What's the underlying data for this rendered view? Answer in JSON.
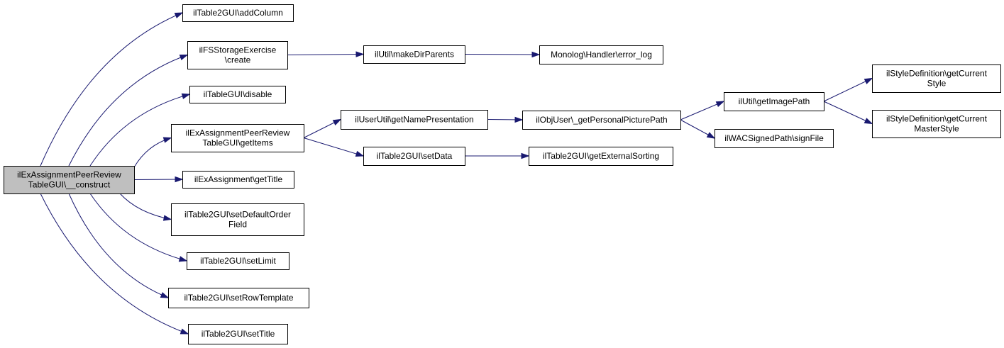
{
  "nodes": {
    "root": [
      "ilExAssignmentPeerReview",
      "TableGUI\\__construct"
    ],
    "addColumn": [
      "ilTable2GUI\\addColumn"
    ],
    "fsCreate": [
      "ilFSStorageExercise",
      "\\create"
    ],
    "disable": [
      "ilTableGUI\\disable"
    ],
    "getItems": [
      "ilExAssignmentPeerReview",
      "TableGUI\\getItems"
    ],
    "getTitle": [
      "ilExAssignment\\getTitle"
    ],
    "setDefaultOrder": [
      "ilTable2GUI\\setDefaultOrder",
      "Field"
    ],
    "setLimit": [
      "ilTable2GUI\\setLimit"
    ],
    "setRowTemplate": [
      "ilTable2GUI\\setRowTemplate"
    ],
    "setTitle": [
      "ilTable2GUI\\setTitle"
    ],
    "makeDirParents": [
      "ilUtil\\makeDirParents"
    ],
    "errorLog": [
      "Monolog\\Handler\\error_log"
    ],
    "getNamePresentation": [
      "ilUserUtil\\getNamePresentation"
    ],
    "setData": [
      "ilTable2GUI\\setData"
    ],
    "personalPicture": [
      "ilObjUser\\_getPersonalPicturePath"
    ],
    "externalSorting": [
      "ilTable2GUI\\getExternalSorting"
    ],
    "getImagePath": [
      "ilUtil\\getImagePath"
    ],
    "signFile": [
      "ilWACSignedPath\\signFile"
    ],
    "currentStyle": [
      "ilStyleDefinition\\getCurrent",
      "Style"
    ],
    "currentMasterStyle": [
      "ilStyleDefinition\\getCurrent",
      "MasterStyle"
    ]
  },
  "edges": [
    [
      "root",
      "addColumn"
    ],
    [
      "root",
      "fsCreate"
    ],
    [
      "root",
      "disable"
    ],
    [
      "root",
      "getItems"
    ],
    [
      "root",
      "getTitle"
    ],
    [
      "root",
      "setDefaultOrder"
    ],
    [
      "root",
      "setLimit"
    ],
    [
      "root",
      "setRowTemplate"
    ],
    [
      "root",
      "setTitle"
    ],
    [
      "fsCreate",
      "makeDirParents"
    ],
    [
      "makeDirParents",
      "errorLog"
    ],
    [
      "getItems",
      "getNamePresentation"
    ],
    [
      "getItems",
      "setData"
    ],
    [
      "getNamePresentation",
      "personalPicture"
    ],
    [
      "setData",
      "externalSorting"
    ],
    [
      "personalPicture",
      "getImagePath"
    ],
    [
      "personalPicture",
      "signFile"
    ],
    [
      "getImagePath",
      "currentStyle"
    ],
    [
      "getImagePath",
      "currentMasterStyle"
    ]
  ],
  "colors": {
    "edge": "#191970",
    "root_fill": "#bfbfbf",
    "node_fill": "#ffffff",
    "border": "#000000"
  }
}
